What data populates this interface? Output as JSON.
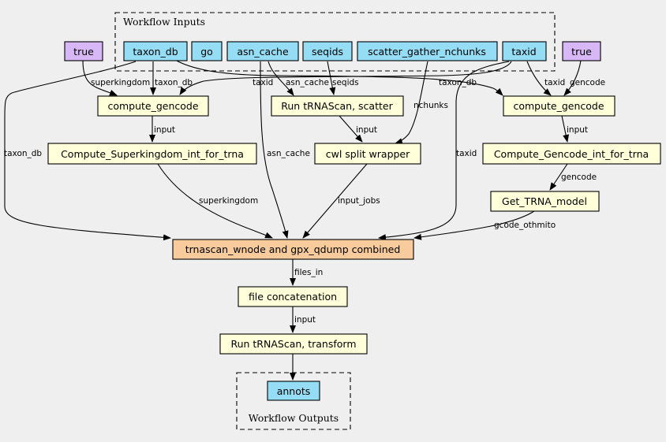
{
  "clusters": {
    "inputs": "Workflow Inputs",
    "outputs": "Workflow Outputs"
  },
  "colors": {
    "background": "#efefef",
    "input_node": "#94ddf4",
    "bool_node": "#d7b7f5",
    "step_node": "#ffffd9",
    "combined_node": "#f7cb9c",
    "output_node": "#94ddf4"
  },
  "nodes": {
    "true_left": "true",
    "taxon_db": "taxon_db",
    "go": "go",
    "asn_cache": "asn_cache",
    "seqids": "seqids",
    "scatter_gather_nchunks": "scatter_gather_nchunks",
    "taxid": "taxid",
    "true_right": "true",
    "compute_gencode_left": "compute_gencode",
    "run_trnascan_scatter": "Run tRNAScan, scatter",
    "compute_gencode_right": "compute_gencode",
    "compute_superkingdom": "Compute_Superkingdom_int_for_trna",
    "cwl_split_wrapper": "cwl split wrapper",
    "compute_gencode_int": "Compute_Gencode_int_for_trna",
    "get_trna_model": "Get_TRNA_model",
    "trnascan_combined": "trnascan_wnode and gpx_qdump combined",
    "file_concatenation": "file concatenation",
    "run_trnascan_transform": "Run tRNAScan, transform",
    "annots": "annots"
  },
  "edge_labels": {
    "superkingdom_top": "superkingdom",
    "taxon_db_to_cg": "taxon_db",
    "taxid_to_cgl": "taxid",
    "asn_cache_top": "asn_cache",
    "seqids_top": "seqids",
    "taxon_db_to_cgr": "taxon_db",
    "taxid_to_cgr": "taxid",
    "gencode_top": "gencode",
    "nchunks": "nchunks",
    "input_sk": "input",
    "input_split": "input",
    "input_gi": "input",
    "taxon_db_left": "taxon_db",
    "asn_cache_mid": "asn_cache",
    "taxid_mid": "taxid",
    "gencode_mid": "gencode",
    "superkingdom_mid": "superkingdom",
    "input_jobs": "input_jobs",
    "gcode_othmito": "gcode_othmito",
    "files_in": "files_in",
    "input_concat": "input"
  }
}
